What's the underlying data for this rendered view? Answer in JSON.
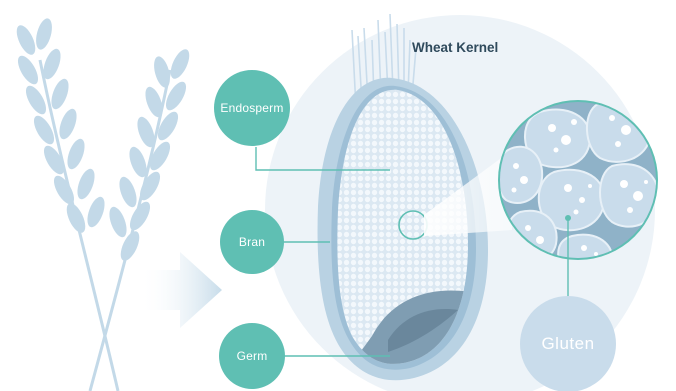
{
  "title": "Wheat Kernel",
  "labels": {
    "endosperm": "Endosperm",
    "bran": "Bran",
    "germ": "Germ",
    "gluten": "Gluten"
  },
  "colors": {
    "teal": "#5fbfb3",
    "bran_outer": "#b9d2e3",
    "bran_inner": "#9ebfd6",
    "endosperm": "#e4eef6",
    "germ": "#7f9db2",
    "background_circle": "#edf3f8",
    "wheat_stalk": "#c3d9e8",
    "gluten_circle": "#c9dceb",
    "title": "#2f4a5c"
  },
  "icons": {
    "wheat": "wheat-stalk-icon",
    "arrow": "right-arrow-icon"
  }
}
